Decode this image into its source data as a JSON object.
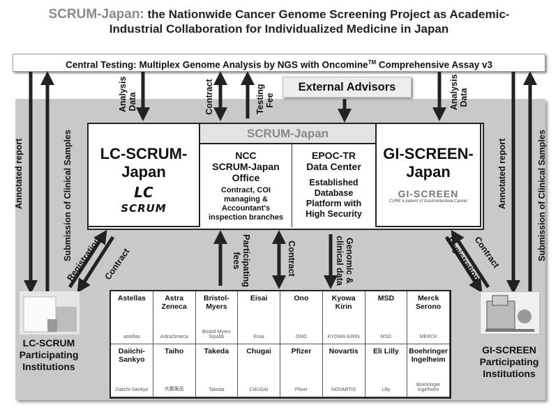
{
  "title": {
    "brand": "SCRUM-Japan:",
    "line1_rest": " the Nationwide Cancer Genome Screening Project as Academic-",
    "line2": "Industrial Collaboration for Individualized Medicine in Japan"
  },
  "central_testing": {
    "text": "Central Testing: Multiplex Genome Analysis by NGS with Oncomine",
    "tm": "TM",
    "suffix": " Comprehensive Assay v3"
  },
  "external_advisors": "External Advisors",
  "lc_scrum": {
    "name_line1": "LC-SCRUM-",
    "name_line2": "Japan",
    "logo_lc": "LC",
    "logo_scrum": "SCRUM"
  },
  "gi_screen": {
    "name_line1": "GI-SCREEN-",
    "name_line2": "Japan",
    "logo_text": "GI-SCREEN",
    "logo_tagline": "CURE a patient of Gastrointestinal Cancer"
  },
  "scrum_japan_header": "SCRUM-Japan",
  "ncc": {
    "title_line1": "NCC",
    "title_line2": "SCRUM-Japan",
    "title_line3": "Office",
    "desc_line1": "Contract, COI",
    "desc_line2": "managing &",
    "desc_line3": "Accountant's",
    "desc_line4": "inspection branches"
  },
  "epoc": {
    "title_line1": "EPOC-TR",
    "title_line2": "Data Center",
    "desc_line1": "Established",
    "desc_line2": "Database",
    "desc_line3": "Platform with",
    "desc_line4": "High Security"
  },
  "arrows": {
    "annotated_report": "Annotated report",
    "submission": "Submission of Clinical Samples",
    "analysis": "Analysis",
    "data": "Data",
    "contract": "Contract",
    "testing": "Testing",
    "fee": "Fee",
    "registration": "Registration",
    "participating": "Participating",
    "fees": "fees",
    "genomic": "Genomic &",
    "clinical_data": "clinical data"
  },
  "companies_row1": [
    {
      "name": "Astellas",
      "logo": "astellas"
    },
    {
      "name": "Astra Zeneca",
      "logo": "AstraZeneca"
    },
    {
      "name": "Bristol-Myers",
      "logo": "Bristol-Myers Squibb"
    },
    {
      "name": "Eisai",
      "logo": "Eisai"
    },
    {
      "name": "Ono",
      "logo": "ONO"
    },
    {
      "name": "Kyowa Kirin",
      "logo": "KYOWA KIRIN"
    },
    {
      "name": "MSD",
      "logo": "MSD"
    },
    {
      "name": "Merck Serono",
      "logo": "MERCK"
    }
  ],
  "companies_row2": [
    {
      "name": "Daiichi-Sankyo",
      "logo": "Daiichi-Sankyo"
    },
    {
      "name": "Taiho",
      "logo": "大鵬薬品"
    },
    {
      "name": "Takeda",
      "logo": "Takeda"
    },
    {
      "name": "Chugai",
      "logo": "CHUGAI"
    },
    {
      "name": "Pfizer",
      "logo": "Pfizer"
    },
    {
      "name": "Novartis",
      "logo": "NOVARTIS"
    },
    {
      "name": "Eli Lilly",
      "logo": "Lilly"
    },
    {
      "name": "Boehringer Ingelheim",
      "logo": "Boehringer Ingelheim"
    }
  ],
  "lc_institutions": {
    "line1": "LC-SCRUM",
    "line2": "Participating",
    "line3": "Institutions"
  },
  "gi_institutions": {
    "line1": "GI-SCREEN",
    "line2": "Participating",
    "line3": "Institutions"
  },
  "colors": {
    "panel": "#c9c9c9",
    "arrow": "#222222",
    "brand_gray": "#8a8a8a"
  }
}
